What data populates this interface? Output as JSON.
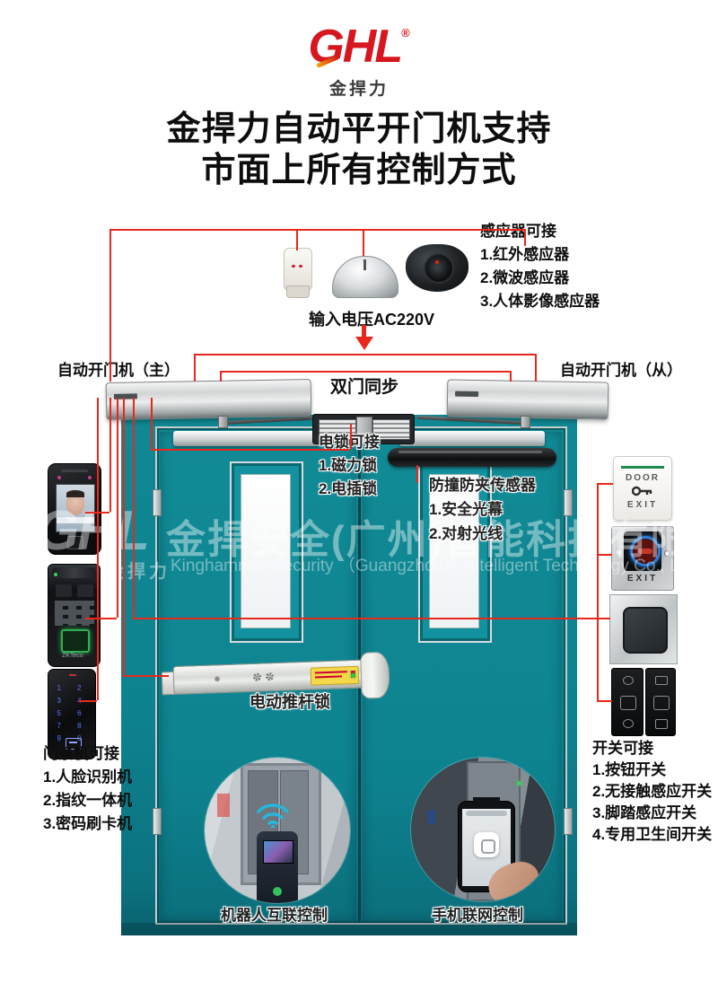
{
  "brand": {
    "logo": "GHL",
    "reg": "®",
    "sub": "金捍力"
  },
  "title": {
    "line1": "金捍力自动平开门机支持",
    "line2": "市面上所有控制方式"
  },
  "sensors": {
    "heading": "感应器可接",
    "items": [
      "1.红外感应器",
      "2.微波感应器",
      "3.人体影像感应器"
    ]
  },
  "power": {
    "label": "输入电压AC220V"
  },
  "openers": {
    "main": "自动开门机（主）",
    "slave": "自动开门机（从）",
    "sync": "双门同步"
  },
  "locks": {
    "heading": "电锁可接",
    "items": [
      "1.磁力锁",
      "2.电插锁"
    ]
  },
  "anti_pinch": {
    "heading": "防撞防夹传感器",
    "items": [
      "1.安全光幕",
      "2.对射光线"
    ]
  },
  "access": {
    "heading": "门禁机可接",
    "items": [
      "1.人脸识别机",
      "2.指纹一体机",
      "3.密码刷卡机"
    ]
  },
  "push_bar": {
    "label": "电动推杆锁"
  },
  "photos": {
    "robot": "机器人互联控制",
    "phone": "手机联网控制"
  },
  "switches": {
    "heading": "开关可接",
    "items": [
      "1.按钮开关",
      "2.无接触感应开关",
      "3.脚踏感应开关",
      "4.专用卫生间开关"
    ]
  },
  "buttons": {
    "door_exit_top": "DOOR",
    "door_exit_bottom": "EXIT",
    "no_touch_label": "EXIT"
  },
  "devices": {
    "fingerprint_brand": "ZKTeco"
  },
  "watermark": {
    "logo": "GHL",
    "logo_sub": "金捍力",
    "cn": "金捍安全(广州)智能科技有限公司",
    "en": "Kinghammer Security （Guangzhou） Intelligent Technology Co., Ltd"
  },
  "colors": {
    "brand_red": "#d6171f",
    "line_red": "#e8281c",
    "door_teal": "#0e8390",
    "led_green": "#2ecc40"
  }
}
